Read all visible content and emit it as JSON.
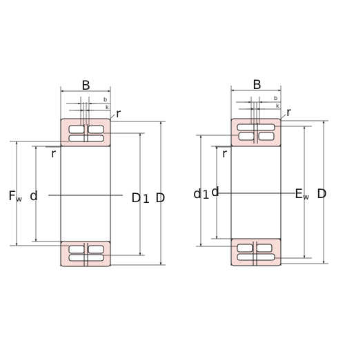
{
  "colors": {
    "ring_fill": "#f7dcd8",
    "line": "#222222",
    "background": "#ffffff"
  },
  "left_drawing": {
    "label_B": "B",
    "label_b": "b",
    "label_k": "k",
    "label_r_top": "r",
    "label_r_inner": "r",
    "label_F": "F",
    "label_F_sub": "w",
    "label_d": "d",
    "label_D1": "D",
    "label_D1_sub": "1",
    "label_D": "D"
  },
  "right_drawing": {
    "label_B": "B",
    "label_b": "b",
    "label_k": "k",
    "label_r_top": "r",
    "label_r_inner": "r",
    "label_d1": "d",
    "label_d1_sub": "1",
    "label_d": "d",
    "label_E": "E",
    "label_E_sub": "w",
    "label_D": "D"
  }
}
